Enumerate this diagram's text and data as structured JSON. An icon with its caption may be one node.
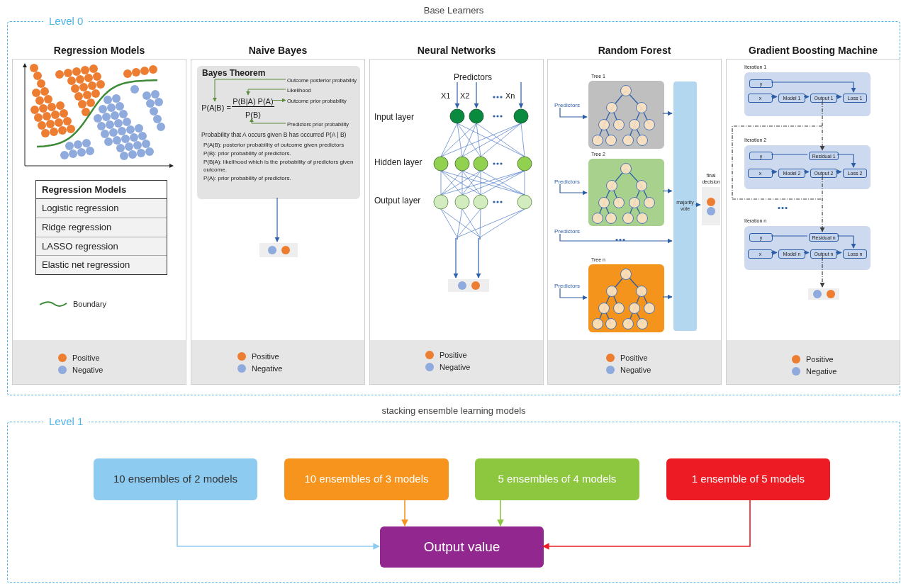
{
  "diagram": {
    "nodes": [
      {
        "text": [
          "Level 0"
        ],
        "beside": [
          "Base Learners"
        ]
      },
      {
        "text": [
          "Regression Models"
        ],
        "in": 0
      },
      {
        "text": [
          "Regression Models",
          "Logistic regression",
          "Ridge regression",
          "LASSO regression",
          "Elastic net regression"
        ],
        "in": 1
      },
      {
        "text": [
          "Naive Bayes"
        ],
        "in": 0
      },
      {
        "text": [
          "Bayes Theorem",
          "Probability that A occurs given B has occurred P(A | B)",
          "P(A|B): posterior probability of outcome given predictors",
          "P(B): prior probability of predictors.",
          "P(B|A): likelihood which is the probability of predictors given outcome.",
          "P(A): prior probability of predictors."
        ],
        "in": 3
      },
      {
        "text": [
          "P(A|B) ="
        ],
        "in": 4
      },
      {
        "text": [
          "P(B|A) P(A)"
        ],
        "in": 4
      },
      {
        "text": [
          "P(B)"
        ],
        "in": 4
      },
      {
        "text": [
          "Outcome posterior probability"
        ],
        "in": 4
      },
      {
        "text": [
          "Likelihood"
        ],
        "in": 4
      },
      {
        "text": [
          "Outcome prior probability"
        ],
        "in": 4
      },
      {
        "text": [
          "Predictors prior probability"
        ],
        "in": 4
      },
      {
        "text": [],
        "shape": "box",
        "in": 3
      },
      {
        "text": [
          "Neural Networks"
        ],
        "in": 0
      },
      {
        "text": [],
        "shape": "picture",
        "in": 13,
        "beside": [
          "Predictors"
        ]
      },
      {
        "text": [],
        "shape": "box",
        "in": 13
      },
      {
        "text": [
          "Random Forest"
        ],
        "in": 0
      },
      {
        "text": [
          "Predictors"
        ],
        "in": 16
      },
      {
        "text": [
          "Tree 1"
        ],
        "in": 16
      },
      {
        "text": [
          "Predictors"
        ],
        "in": 16
      },
      {
        "text": [
          "Tree 2"
        ],
        "in": 16
      },
      {
        "text": [
          "Predictors"
        ],
        "in": 16
      },
      {
        "text": [
          "Predictors"
        ],
        "in": 16
      },
      {
        "text": [
          "Tree n"
        ],
        "in": 16
      },
      {
        "text": [
          "majority vote"
        ],
        "in": 16
      },
      {
        "text": [
          "final decision"
        ],
        "in": 16
      },
      {
        "text": [
          "Gradient Boosting Machine"
        ],
        "in": 0
      },
      {
        "text": [
          "Iteration 1"
        ],
        "in": 26
      },
      {
        "text": [
          "y"
        ],
        "in": 27
      },
      {
        "text": [
          "x"
        ],
        "in": 27
      },
      {
        "text": [
          "Model 1"
        ],
        "in": 27
      },
      {
        "text": [
          "Output 1"
        ],
        "in": 27
      },
      {
        "text": [
          "Loss 1"
        ],
        "in": 27
      },
      {
        "text": [
          "Iteration 2"
        ],
        "in": 26
      },
      {
        "text": [
          "y"
        ],
        "in": 33
      },
      {
        "text": [
          "Residual 1"
        ],
        "in": 33
      },
      {
        "text": [
          "x"
        ],
        "in": 33
      },
      {
        "text": [
          "Model 2"
        ],
        "in": 33
      },
      {
        "text": [
          "Output 2"
        ],
        "in": 33
      },
      {
        "text": [
          "Loss 2"
        ],
        "in": 33
      },
      {
        "text": [
          "Iteration n"
        ],
        "in": 26
      },
      {
        "text": [
          "y"
        ],
        "in": 40
      },
      {
        "text": [
          "Residual n"
        ],
        "in": 40
      },
      {
        "text": [
          "x"
        ],
        "in": 40
      },
      {
        "text": [
          "Model n"
        ],
        "in": 40
      },
      {
        "text": [
          "Output n"
        ],
        "in": 40
      },
      {
        "text": [
          "Loss n"
        ],
        "in": 40
      },
      {
        "text": [],
        "shape": "box",
        "in": 26
      },
      {
        "text": [
          "Level 1"
        ],
        "beside": [
          "stacking ensemble learning models"
        ]
      },
      {
        "text": [
          "10 ensembles of 2 models"
        ],
        "in": 48
      },
      {
        "text": [
          "10 ensembles of 3 models"
        ],
        "in": 48
      },
      {
        "text": [
          "5 ensembles of 4 models"
        ],
        "in": 48
      },
      {
        "text": [
          "1 ensemble of 5 models"
        ],
        "in": 48
      },
      {
        "text": [
          "Output value"
        ],
        "in": 48
      }
    ],
    "edges": [
      {
        "from": 8,
        "to": 5,
        "arrow": "to",
        "color": "#5b8a3c"
      },
      {
        "from": 9,
        "to": 6,
        "arrow": "to",
        "color": "#5b8a3c"
      },
      {
        "from": 6,
        "to": 10,
        "arrow": "to",
        "color": "#5b8a3c"
      },
      {
        "from": 11,
        "to": 7,
        "arrow": "to",
        "color": "#5b8a3c"
      },
      {
        "from": 4,
        "to": 12,
        "arrow": "to"
      },
      {
        "from": 14,
        "to": 15,
        "arrow": "to"
      },
      {
        "from": 14,
        "to": 15,
        "arrow": "to"
      },
      {
        "from": 17,
        "to": 18,
        "arrow": "to"
      },
      {
        "from": 19,
        "to": 20,
        "arrow": "to"
      },
      {
        "from": 21,
        "to": 24,
        "arrow": "to"
      },
      {
        "from": 22,
        "to": 23,
        "arrow": "to"
      },
      {
        "from": 18,
        "to": 24,
        "arrow": "to"
      },
      {
        "from": 20,
        "to": 24,
        "arrow": "to"
      },
      {
        "from": 23,
        "to": 24,
        "arrow": "to"
      },
      {
        "from": 24,
        "to": 25,
        "arrow": "to"
      },
      {
        "from": 28,
        "to": 32,
        "arrow": "to"
      },
      {
        "from": 29,
        "to": 30,
        "arrow": "to"
      },
      {
        "from": 30,
        "to": 31,
        "arrow": "to"
      },
      {
        "from": 31,
        "to": 32,
        "arrow": "to"
      },
      {
        "from": 31,
        "to": 35,
        "arrow": "to",
        "style": "dashed",
        "color": "#404040"
      },
      {
        "from": 34,
        "to": 35,
        "arrow": "none"
      },
      {
        "from": 35,
        "to": 39,
        "arrow": "to"
      },
      {
        "from": 36,
        "to": 37,
        "arrow": "to"
      },
      {
        "from": 37,
        "to": 38,
        "arrow": "to"
      },
      {
        "from": 38,
        "to": 39,
        "arrow": "to"
      },
      {
        "from": 38,
        "to": 42,
        "arrow": "to",
        "style": "dashed",
        "color": "#404040"
      },
      {
        "from": 41,
        "to": 42,
        "arrow": "none"
      },
      {
        "from": 42,
        "to": 46,
        "arrow": "to"
      },
      {
        "from": 43,
        "to": 44,
        "arrow": "to"
      },
      {
        "from": 44,
        "to": 45,
        "arrow": "to"
      },
      {
        "from": 45,
        "to": 46,
        "arrow": "to"
      },
      {
        "from": 45,
        "to": 47,
        "arrow": "to",
        "style": "dashed",
        "color": "#404040"
      },
      {
        "from": 49,
        "to": 53,
        "arrow": "to",
        "color": "#8ecbf0"
      },
      {
        "from": 50,
        "to": 53,
        "arrow": "to",
        "color": "#f7941d"
      },
      {
        "from": 51,
        "to": 53,
        "arrow": "to",
        "color": "#8dc63f"
      },
      {
        "from": 52,
        "to": 53,
        "arrow": "to",
        "color": "#ed1c24"
      }
    ],
    "labels": [
      "X1",
      "X2",
      "Xn",
      "Input layer",
      "Hidden layer",
      "Output layer"
    ],
    "legend": [
      {
        "text": "Boundary"
      },
      {
        "text": "Positive",
        "color": "#ed7d31"
      },
      {
        "text": "Negative",
        "color": "#8faadc"
      },
      {
        "text": "Positive",
        "color": "#ed7d31"
      },
      {
        "text": "Negative",
        "color": "#8faadc"
      },
      {
        "text": "Positive",
        "color": "#ed7d31"
      },
      {
        "text": "Negative",
        "color": "#8faadc"
      },
      {
        "text": "Positive",
        "color": "#ed7d31"
      },
      {
        "text": "Negative",
        "color": "#8faadc"
      },
      {
        "text": "Positive",
        "color": "#ed7d31"
      },
      {
        "text": "Negative",
        "color": "#8faadc"
      }
    ]
  }
}
